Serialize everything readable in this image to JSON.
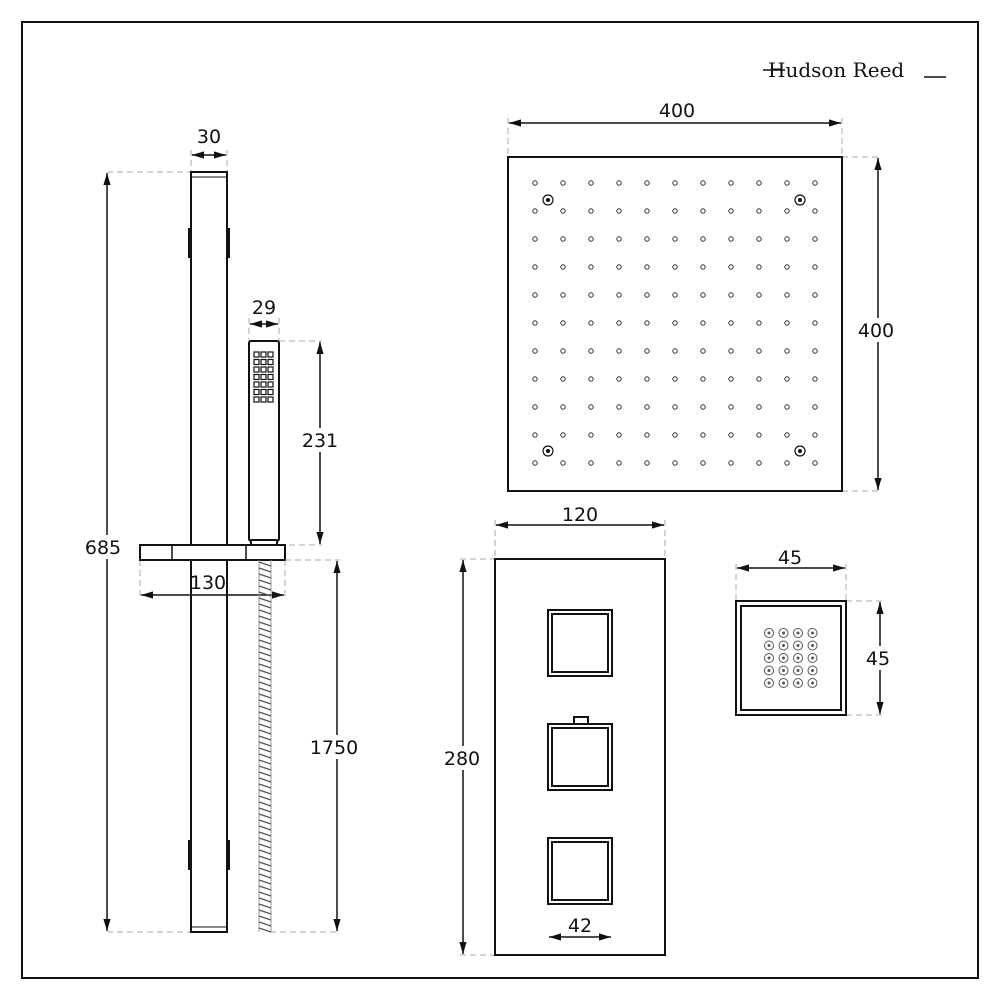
{
  "brand": {
    "logo_text": "Hudson Reed"
  },
  "dimensions": {
    "rail_width": "30",
    "rail_height": "685",
    "handset_width": "29",
    "handset_height": "231",
    "bracket_width": "130",
    "hose_length": "1750",
    "head_width": "400",
    "head_height": "400",
    "valve_width": "120",
    "valve_height": "280",
    "handle_width": "42",
    "jet_width": "45",
    "jet_height": "45"
  },
  "colors": {
    "line": "#111111",
    "extension": "#aaaaaa"
  }
}
